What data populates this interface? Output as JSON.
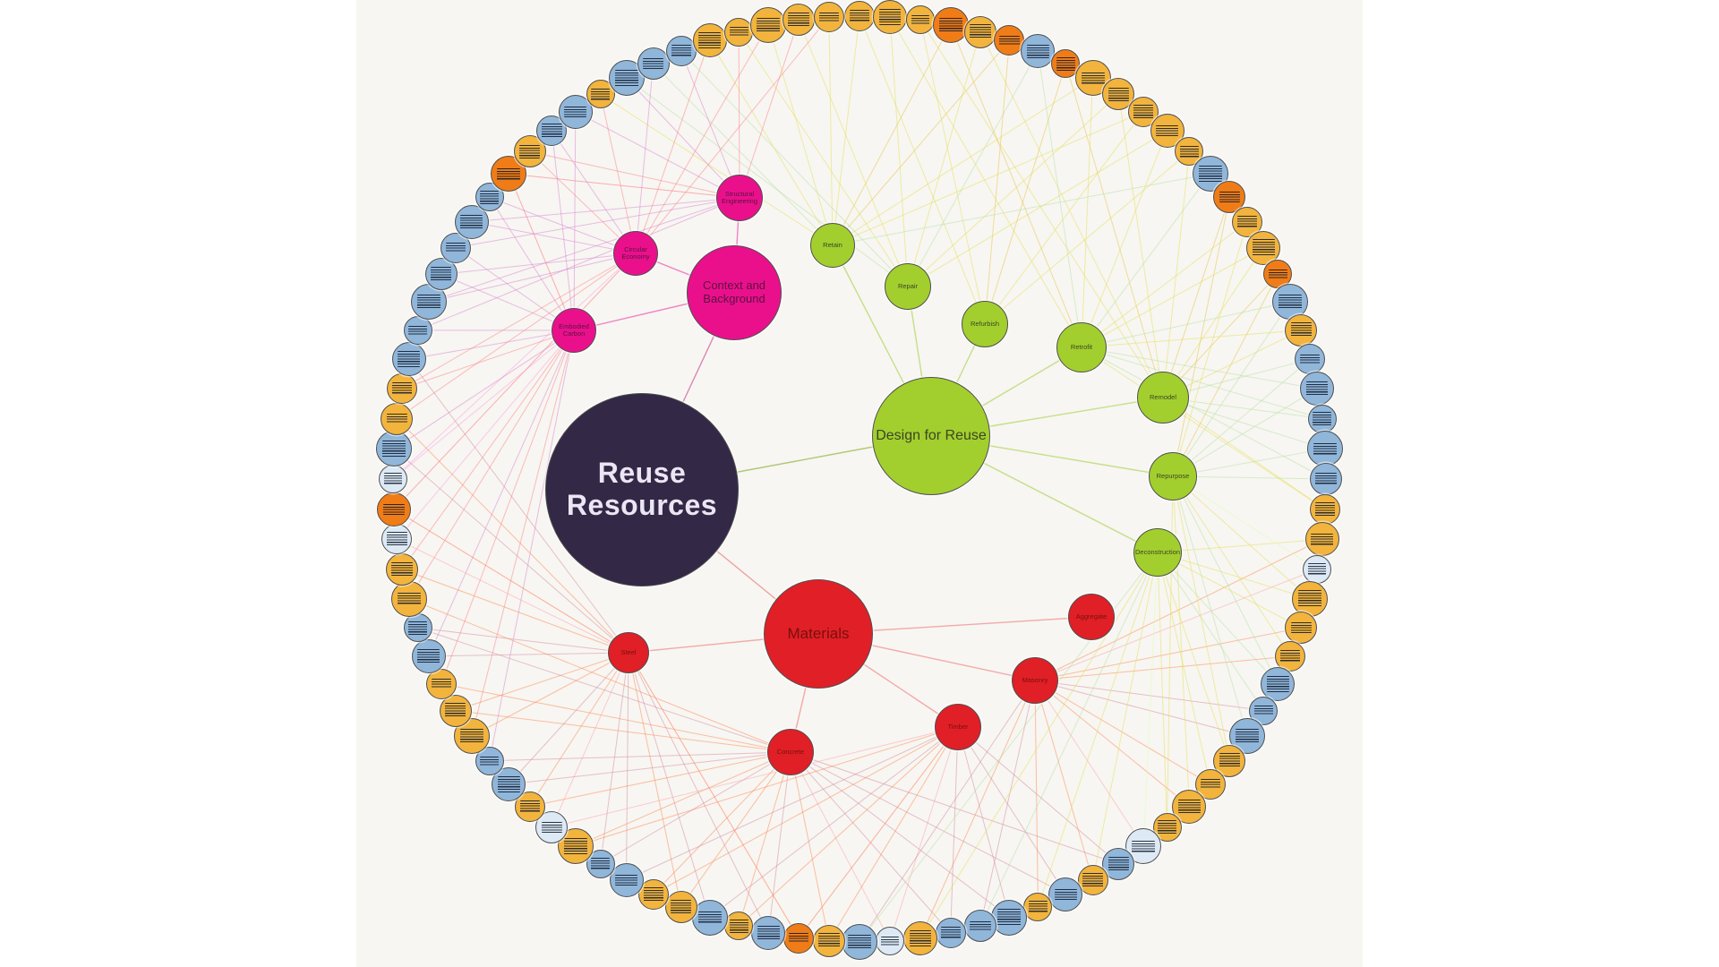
{
  "graph": {
    "background_color": "#f7f6f2",
    "center": {
      "id": "reuse-resources",
      "label": "Reuse Resources",
      "color": "#332846",
      "text_color": "#eae6f3"
    },
    "clusters": [
      {
        "id": "context",
        "label": "Context and Background",
        "color": "#ea108c",
        "text_color": "#5c1240",
        "children": [
          {
            "id": "circular-economy",
            "label": "Circular Economy"
          },
          {
            "id": "structural-engineering",
            "label": "Structural Engineering"
          },
          {
            "id": "embodied-carbon",
            "label": "Embodied Carbon"
          }
        ]
      },
      {
        "id": "design-for-reuse",
        "label": "Design for Reuse",
        "color": "#a2cf2e",
        "text_color": "#3c4524",
        "children": [
          {
            "id": "retain",
            "label": "Retain"
          },
          {
            "id": "repair",
            "label": "Repair"
          },
          {
            "id": "refurbish",
            "label": "Refurbish"
          },
          {
            "id": "retrofit",
            "label": "Retrofit"
          },
          {
            "id": "remodel",
            "label": "Remodel"
          },
          {
            "id": "repurpose",
            "label": "Repurpose"
          },
          {
            "id": "deconstruction",
            "label": "Deconstruction"
          }
        ]
      },
      {
        "id": "materials",
        "label": "Materials",
        "color": "#e11f26",
        "text_color": "#77100f",
        "children": [
          {
            "id": "steel",
            "label": "Steel"
          },
          {
            "id": "concrete",
            "label": "Concrete"
          },
          {
            "id": "timber",
            "label": "Timber"
          },
          {
            "id": "masonry",
            "label": "Masonry"
          },
          {
            "id": "aggregate",
            "label": "Aggregate"
          }
        ]
      }
    ],
    "leaf_palette": {
      "gold": "#f2b43d",
      "orange": "#f07c17",
      "blue": "#90b6da",
      "pale": "#dde9f5"
    },
    "leaf_ring": [
      "gold",
      "gold",
      "gold",
      "orange",
      "gold",
      "orange",
      "blue",
      "orange",
      "gold",
      "gold",
      "gold",
      "gold",
      "gold",
      "blue",
      "orange",
      "gold",
      "gold",
      "orange",
      "blue",
      "gold",
      "blue",
      "blue",
      "blue",
      "blue",
      "blue",
      "gold",
      "gold",
      "pale",
      "gold",
      "gold",
      "gold",
      "blue",
      "blue",
      "blue",
      "gold",
      "gold",
      "gold",
      "gold",
      "pale",
      "blue",
      "gold",
      "blue",
      "gold",
      "blue",
      "blue",
      "blue",
      "gold",
      "pale",
      "blue",
      "gold",
      "orange",
      "blue",
      "gold",
      "blue",
      "gold",
      "gold",
      "blue",
      "blue",
      "gold",
      "pale",
      "gold",
      "blue",
      "blue",
      "gold",
      "gold",
      "gold",
      "blue",
      "blue",
      "gold",
      "gold",
      "pale",
      "orange",
      "pale",
      "blue",
      "gold",
      "gold",
      "blue",
      "blue",
      "blue",
      "blue",
      "blue",
      "blue",
      "blue",
      "orange",
      "gold",
      "blue",
      "blue",
      "gold",
      "blue",
      "blue",
      "blue",
      "gold",
      "gold",
      "gold",
      "gold",
      "gold"
    ]
  }
}
